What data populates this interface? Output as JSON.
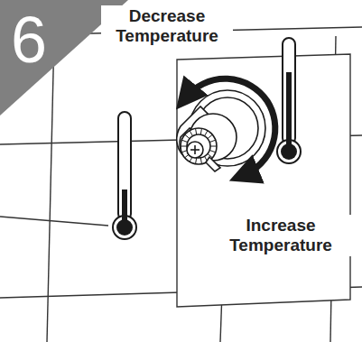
{
  "diagram": {
    "nodes": [
      {
        "text": [
          "6"
        ]
      }
    ],
    "labels": [
      "Decrease Temperature",
      "Increase Temperature"
    ]
  }
}
